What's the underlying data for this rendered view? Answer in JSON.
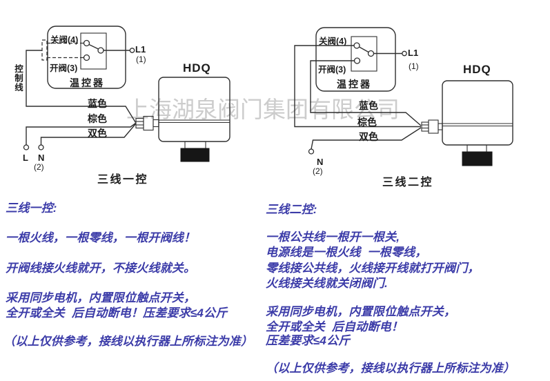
{
  "watermark": "上海湖泉阀门集团有限公司",
  "colors": {
    "note_text": "#3b3ba8",
    "line": "#2f2f2f",
    "watermark": "#c7c7c7",
    "valve_base": "#161616"
  },
  "diagram_left": {
    "caption": "三线一控",
    "actuator_model": "HDQ",
    "thermostat_label": "温控器",
    "close_valve_label": "关阀(4)",
    "open_valve_label": "开阀(3)",
    "terminal_l1": "L1",
    "terminal_l1_num": "(1)",
    "control_line_label": "控制线",
    "wire_blue": "蓝色",
    "wire_brown": "棕色",
    "wire_dual": "双色",
    "terminal_live": "L",
    "terminal_neutral": "N",
    "terminal_neutral_num": "(2)"
  },
  "diagram_right": {
    "caption": "三线二控",
    "actuator_model": "HDQ",
    "thermostat_label": "温控器",
    "close_valve_label": "关阀(4)",
    "open_valve_label": "开阀(3)",
    "terminal_l1": "L1",
    "terminal_l1_num": "(1)",
    "wire_blue": "蓝色",
    "wire_brown": "棕色",
    "wire_dual": "双色",
    "terminal_neutral": "N",
    "terminal_neutral_num": "(2)"
  },
  "notes_left": {
    "title": "三线一控:",
    "lines": [
      "一根火线，一根零线，一根开阀线！",
      "开阀线接火线就开，不接火线就关。",
      "采用同步电机，内置限位触点开关，",
      "全开或全关  后自动断电！压差要求≤4公斤",
      "（以上仅供参考，接线以执行器上所标注为准）"
    ]
  },
  "notes_right": {
    "title": "三线二控:",
    "lines": [
      "一根公共线一根开一根关,",
      "电源线是一根火线  一根零线，",
      "零线接公共线，火线接开线就打开阀门，",
      "火线接关线就关闭阀门.",
      "采用同步电机，内置限位触点开关，",
      "全开或全关  后自动断电！",
      "压差要求≤4公斤",
      "（以上仅供参考，接线以执行器上所标注为准）"
    ]
  }
}
